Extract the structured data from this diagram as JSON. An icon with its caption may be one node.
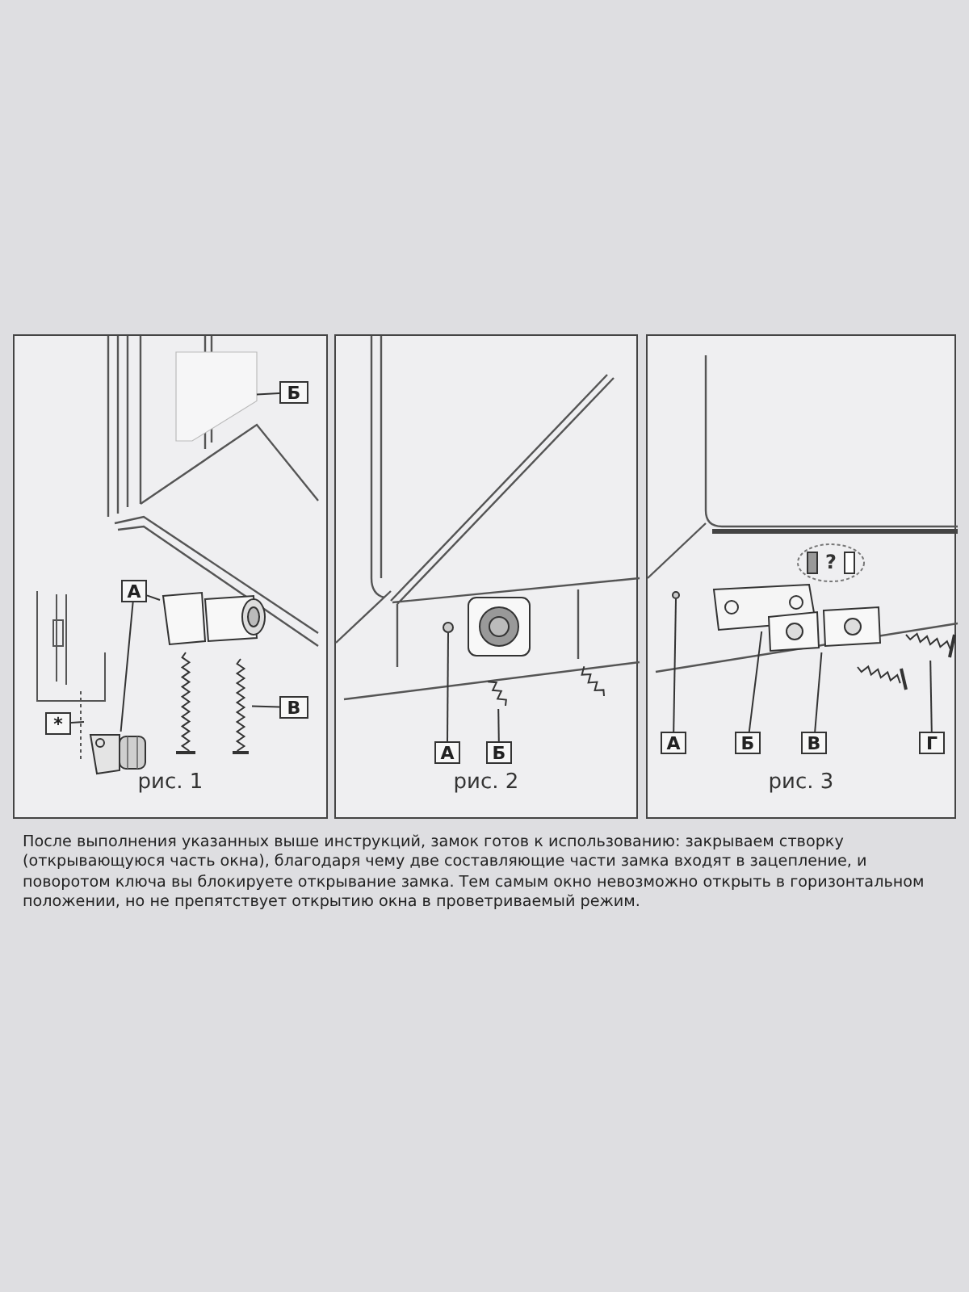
{
  "diagram": {
    "nodes": [
      {
        "text": [
          "рис. 1"
        ]
      },
      {
        "text": [
          "Б"
        ],
        "in": 0
      },
      {
        "text": [],
        "shape": "picture",
        "in": 0
      },
      {
        "text": [
          "А"
        ],
        "in": 0
      },
      {
        "text": [],
        "shape": "picture",
        "in": 0
      },
      {
        "text": [],
        "shape": "picture",
        "in": 0
      },
      {
        "text": [
          "*"
        ],
        "in": 0
      },
      {
        "text": [
          "В"
        ],
        "in": 0
      },
      {
        "text": [],
        "shape": "picture",
        "in": 0
      },
      {
        "text": [
          "рис. 2"
        ]
      },
      {
        "text": [],
        "shape": "circle",
        "in": 9
      },
      {
        "text": [],
        "shape": "picture",
        "in": 9
      },
      {
        "text": [
          "А"
        ],
        "in": 9
      },
      {
        "text": [
          "Б"
        ],
        "in": 9
      },
      {
        "text": [
          "рис. 3"
        ]
      },
      {
        "text": [
          "?"
        ],
        "in": 14
      },
      {
        "text": [],
        "shape": "circle",
        "in": 14
      },
      {
        "text": [],
        "shape": "picture",
        "in": 14
      },
      {
        "text": [],
        "shape": "picture",
        "in": 14
      },
      {
        "text": [],
        "shape": "picture",
        "in": 14
      },
      {
        "text": [
          "А"
        ],
        "in": 14
      },
      {
        "text": [
          "Б"
        ],
        "in": 14
      },
      {
        "text": [
          "В"
        ],
        "in": 14
      },
      {
        "text": [
          "Г"
        ],
        "in": 14
      }
    ],
    "edges": [
      {
        "from": 1,
        "to": 2,
        "arrow": "none"
      },
      {
        "from": 3,
        "to": 4,
        "arrow": "none"
      },
      {
        "from": 3,
        "to": 5,
        "arrow": "none"
      },
      {
        "from": 6,
        "to": null,
        "arrow": "none"
      },
      {
        "from": 7,
        "to": 8,
        "arrow": "none"
      },
      {
        "from": 12,
        "to": 10,
        "arrow": "none"
      },
      {
        "from": 13,
        "to": 11,
        "arrow": "none"
      },
      {
        "from": 20,
        "to": 16,
        "arrow": "none"
      },
      {
        "from": 21,
        "to": 17,
        "arrow": "none"
      },
      {
        "from": 22,
        "to": 18,
        "arrow": "none"
      },
      {
        "from": 23,
        "to": 19,
        "arrow": "none"
      }
    ],
    "labels": [
      "После выполнения указанных выше инструкций, замок готов к использованию: закрываем створку (открывающуюся часть окна), благодаря чему две составляющие части замка входят в зацепление, и поворотом ключа вы блокируете открывание замка. Тем самым окно невозможно открыть в горизонтальном положении, но не препятствует открытию окна в проветриваемый режим."
    ]
  }
}
